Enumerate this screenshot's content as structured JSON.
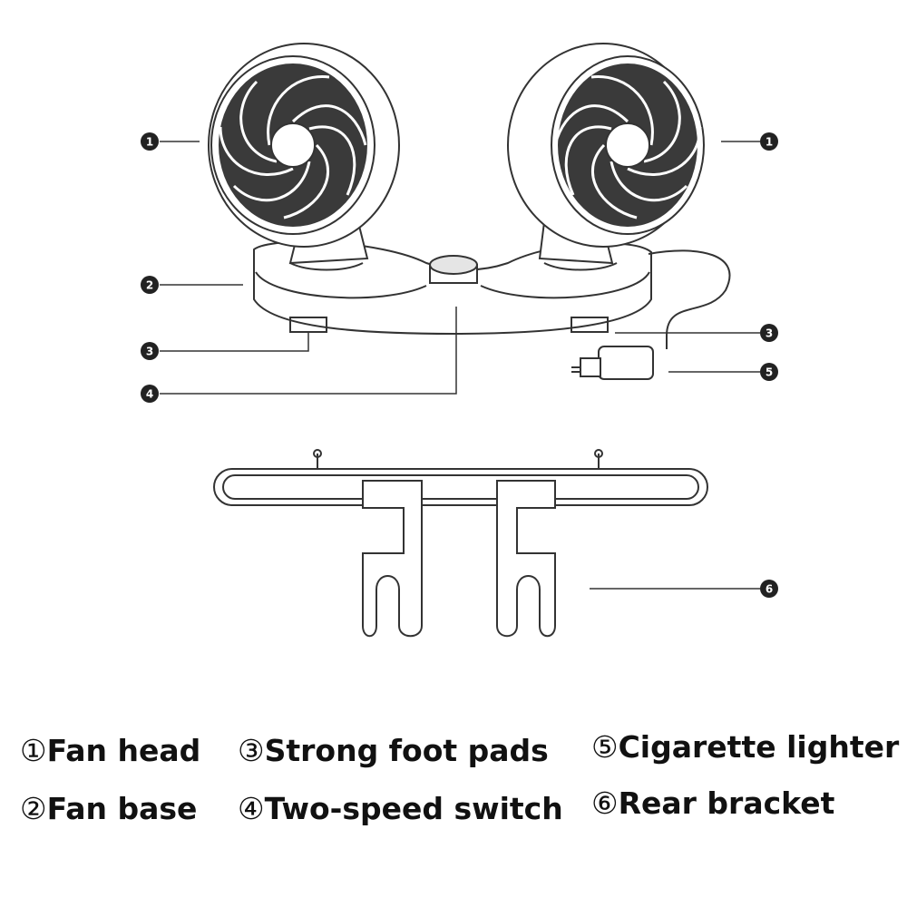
{
  "callouts": [
    {
      "num": "1"
    },
    {
      "num": "1"
    },
    {
      "num": "2"
    },
    {
      "num": "3"
    },
    {
      "num": "3"
    },
    {
      "num": "4"
    },
    {
      "num": "5"
    },
    {
      "num": "6"
    }
  ],
  "legend": [
    {
      "mark": "①",
      "text": "Fan head"
    },
    {
      "mark": "②",
      "text": "Fan base"
    },
    {
      "mark": "③",
      "text": "Strong foot pads"
    },
    {
      "mark": "④",
      "text": "Two-speed switch"
    },
    {
      "mark": "⑤",
      "text": "Cigarette lighter"
    },
    {
      "mark": "⑥",
      "text": "Rear bracket"
    }
  ],
  "colors": {
    "line": "#333333",
    "fill_dark": "#444444",
    "fill_light": "#ffffff"
  }
}
